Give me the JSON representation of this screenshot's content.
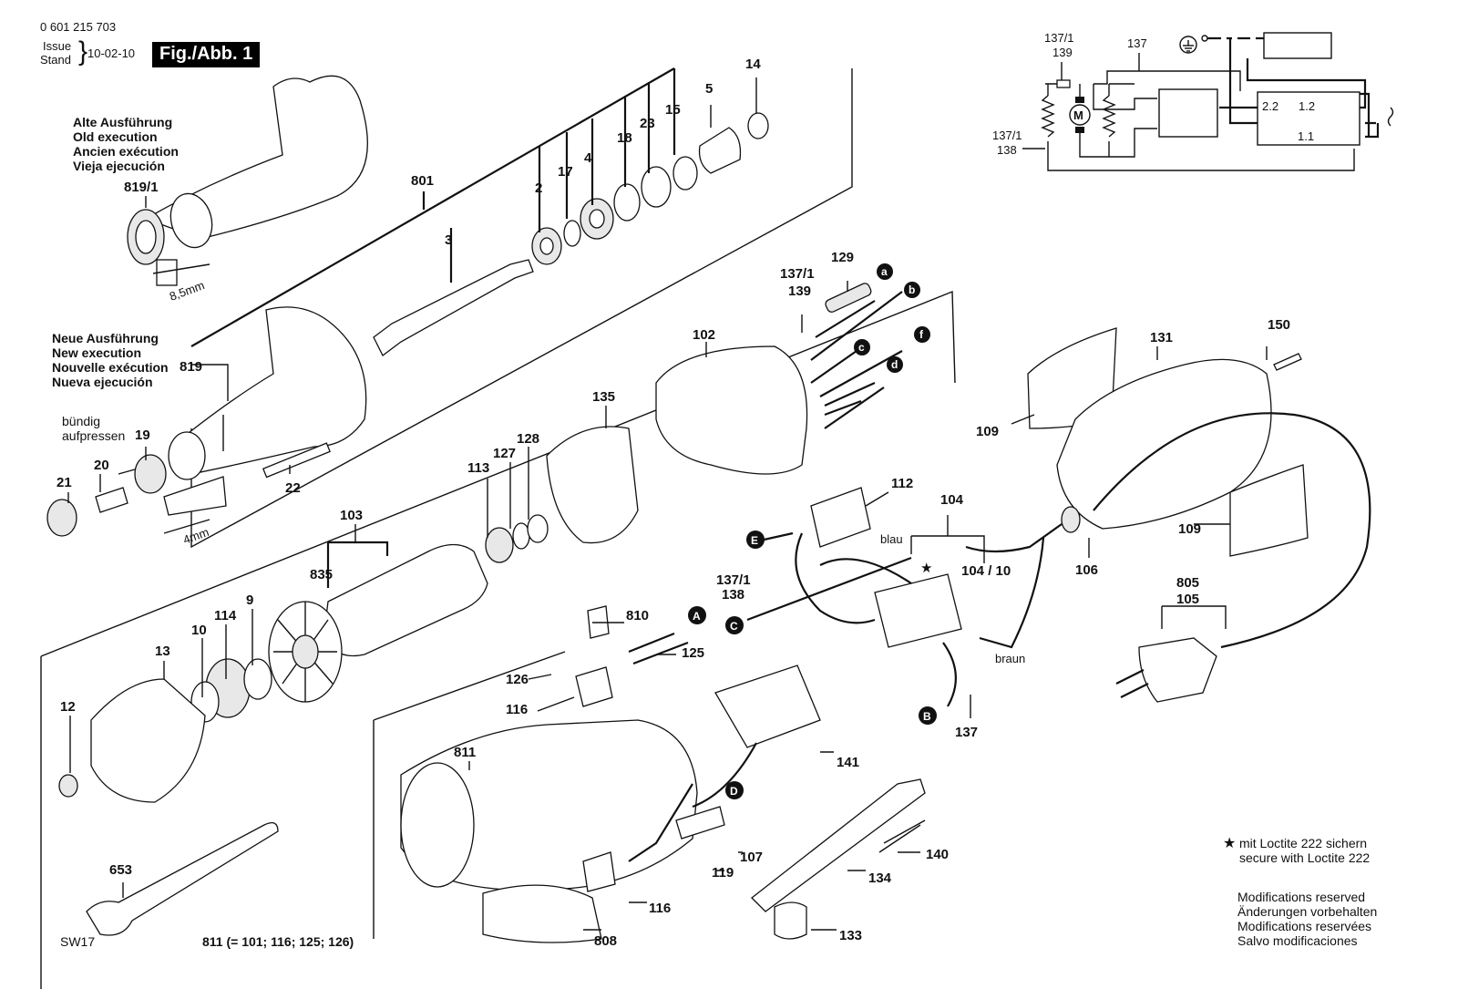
{
  "header": {
    "part_number": "0 601 215 703",
    "issue_label": "Issue",
    "stand_label": "Stand",
    "issue_date": "10-02-10",
    "figure_badge": "Fig./Abb. 1"
  },
  "notes": {
    "old_execution": [
      "Alte Ausführung",
      "Old execution",
      "Ancien exécution",
      "Vieja ejecución"
    ],
    "new_execution": [
      "Neue Ausführung",
      "New execution",
      "Nouvelle exécution",
      "Nueva ejecución"
    ],
    "press_flush": [
      "bündig",
      "aufpressen"
    ],
    "dimension_top": "8,5mm",
    "dimension_bottom": "4mm",
    "wire_blue": "blau",
    "wire_brown": "braun",
    "wrench_size": "SW17",
    "assembly_note": "811 (= 101; 116; 125; 126)"
  },
  "loctite": {
    "star_glyph": "★",
    "lines": [
      "mit Loctite 222 sichern",
      "secure with Loctite 222"
    ]
  },
  "modifications": [
    "Modifications reserved",
    "Änderungen vorbehalten",
    "Modifications reservées",
    "Salvo modificaciones"
  ],
  "labels": {
    "p801": "801",
    "p3": "3",
    "p2": "2",
    "p17": "17",
    "p4": "4",
    "p18": "18",
    "p23": "23",
    "p15": "15",
    "p5": "5",
    "p14": "14",
    "p819_1": "819/1",
    "p819": "819",
    "p19": "19",
    "p20": "20",
    "p21": "21",
    "p22": "22",
    "p103": "103",
    "p835": "835",
    "p113": "113",
    "p127": "127",
    "p128": "128",
    "p135": "135",
    "p102": "102",
    "p137_1a": "137/1",
    "p139a": "139",
    "p129": "129",
    "p131": "131",
    "p150": "150",
    "p109a": "109",
    "p109b": "109",
    "p112": "112",
    "p104": "104",
    "p104_10": "104 / 10",
    "p137_1b": "137/1",
    "p138b": "138",
    "p106": "106",
    "p805": "805",
    "p105": "105",
    "p9": "9",
    "p114": "114",
    "p10": "10",
    "p13": "13",
    "p12": "12",
    "p810": "810",
    "p125": "125",
    "p126": "126",
    "p116a": "116",
    "p811": "811",
    "p141": "141",
    "p137b": "137",
    "p107": "107",
    "p119": "119",
    "p116b": "116",
    "p140": "140",
    "p134": "134",
    "p133": "133",
    "p808": "808",
    "p653": "653"
  },
  "connector_badges": {
    "a": "a",
    "b": "b",
    "c": "c",
    "d": "d",
    "f": "f",
    "A": "A",
    "B": "B",
    "C": "C",
    "D": "D",
    "E": "E"
  },
  "schematic": {
    "lbl_137_1_top": "137/1",
    "lbl_139": "139",
    "lbl_137": "137",
    "lbl_137_1_left": "137/1",
    "lbl_138": "138",
    "motor": "M",
    "ground_icon": "ground-icon",
    "term_2_2": "2.2",
    "term_1_2": "1.2",
    "term_1_1": "1.1"
  }
}
